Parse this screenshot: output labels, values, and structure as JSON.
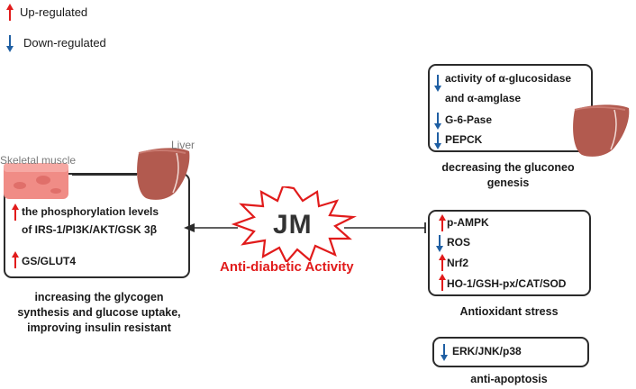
{
  "legend": {
    "up_label": "Up-regulated",
    "down_label": "Down-regulated",
    "up_color": "#e11b1b",
    "down_color": "#1f5fa3"
  },
  "center": {
    "title": "JM",
    "subtitle": "Anti-diabetic Activity",
    "burst_icon": "starburst-icon"
  },
  "left_panel": {
    "muscle_label": "Skeletal muscle",
    "liver_label": "Liver",
    "items": [
      {
        "direction": "up",
        "text_line1": "the phosphorylation levels",
        "text_line2": "of IRS-1/PI3K/AKT/GSK 3β"
      },
      {
        "direction": "up",
        "text_line1": "GS/GLUT4"
      }
    ],
    "caption_lines": [
      "increasing the glycogen",
      "synthesis and glucose uptake,",
      "improving insulin resistant"
    ]
  },
  "gluconeo_panel": {
    "items": [
      {
        "direction": "down",
        "text": "activity of α-glucosidase"
      },
      {
        "direction": "none",
        "text": "and α-amglase"
      },
      {
        "direction": "down",
        "text": "G-6-Pase"
      },
      {
        "direction": "down",
        "text": "PEPCK"
      }
    ],
    "caption_lines": [
      "decreasing the gluconeo",
      "genesis"
    ]
  },
  "oxidant_panel": {
    "items": [
      {
        "direction": "up",
        "text": "p-AMPK"
      },
      {
        "direction": "down",
        "text": "ROS"
      },
      {
        "direction": "up",
        "text": "Nrf2"
      },
      {
        "direction": "up",
        "text": "HO-1/GSH-px/CAT/SOD"
      }
    ],
    "caption": "Antioxidant stress"
  },
  "apoptosis_panel": {
    "items": [
      {
        "direction": "down",
        "text": "ERK/JNK/p38"
      }
    ],
    "caption": "anti-apoptosis"
  }
}
